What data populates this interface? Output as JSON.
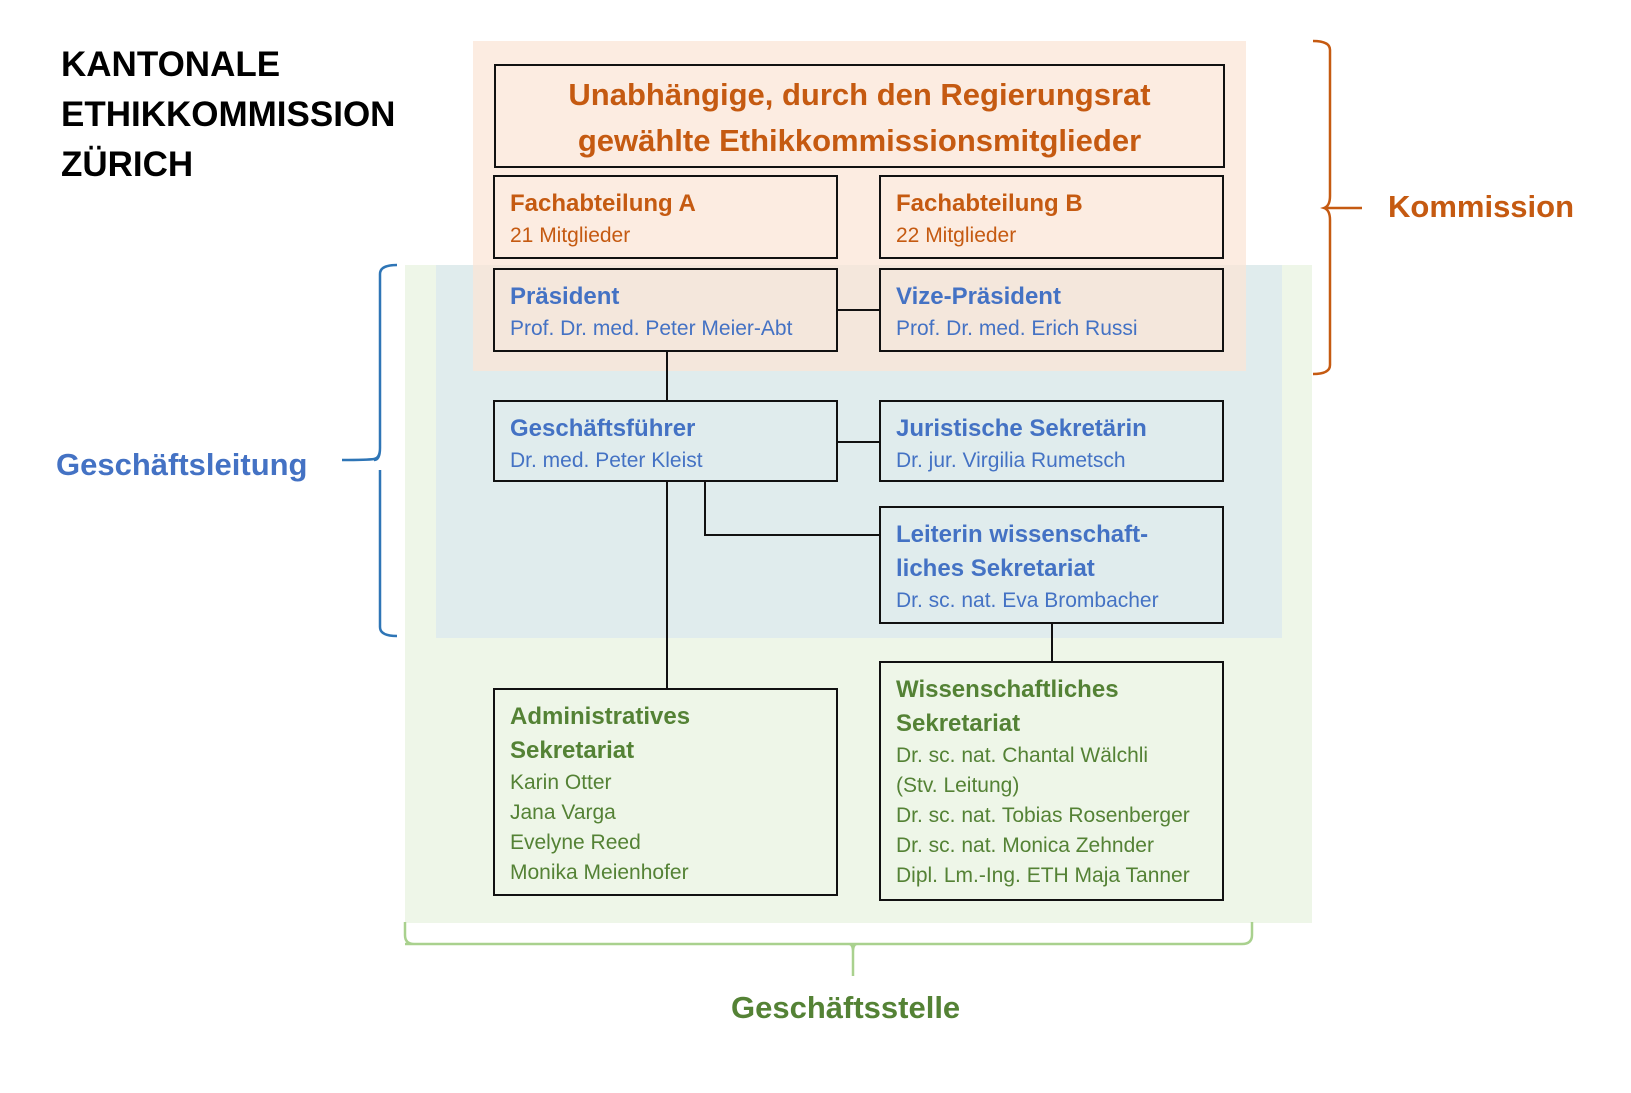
{
  "title": {
    "lines": [
      "KANTONALE",
      "ETHIKKOMMISSION",
      "ZÜRICH"
    ]
  },
  "groups": {
    "kommission": {
      "label": "Kommission",
      "color": "#c55a11"
    },
    "geschaeftsleitung": {
      "label": "Geschäftsleitung",
      "color": "#4472c4"
    },
    "geschaeftsstelle": {
      "label": "Geschäftsstelle",
      "color": "#548235"
    }
  },
  "boxes": {
    "members": {
      "line1": "Unabhängige, durch den Regierungsrat",
      "line2": "gewählte Ethikkommissionsmitglieder"
    },
    "fachabteilung_a": {
      "title": "Fachabteilung A",
      "sub": "21 Mitglieder"
    },
    "fachabteilung_b": {
      "title": "Fachabteilung B",
      "sub": "22 Mitglieder"
    },
    "praesident": {
      "title": "Präsident",
      "sub": "Prof. Dr. med. Peter Meier-Abt"
    },
    "vize_praesident": {
      "title": "Vize-Präsident",
      "sub": "Prof. Dr. med. Erich Russi"
    },
    "geschaeftsfuehrer": {
      "title": "Geschäftsführer",
      "sub": "Dr. med. Peter Kleist"
    },
    "juristische_sekretaerin": {
      "title": "Juristische Sekretärin",
      "sub": "Dr. jur. Virgilia Rumetsch"
    },
    "leiterin_ws": {
      "title1": "Leiterin wissenschaft-",
      "title2": "liches Sekretariat",
      "sub": "Dr. sc. nat. Eva Brombacher"
    },
    "admin_sekretariat": {
      "title1": "Administratives",
      "title2": "Sekretariat",
      "members": [
        "Karin Otter",
        "Jana Varga",
        "Evelyne Reed",
        "Monika Meienhofer"
      ]
    },
    "wiss_sekretariat": {
      "title1": "Wissenschaftliches",
      "title2": "Sekretariat",
      "members": [
        "Dr. sc. nat. Chantal Wälchli",
        "(Stv. Leitung)",
        "Dr. sc. nat. Tobias Rosenberger",
        "Dr. sc. nat. Monica Zehnder",
        "Dipl. Lm.-Ing. ETH Maja Tanner"
      ]
    }
  }
}
